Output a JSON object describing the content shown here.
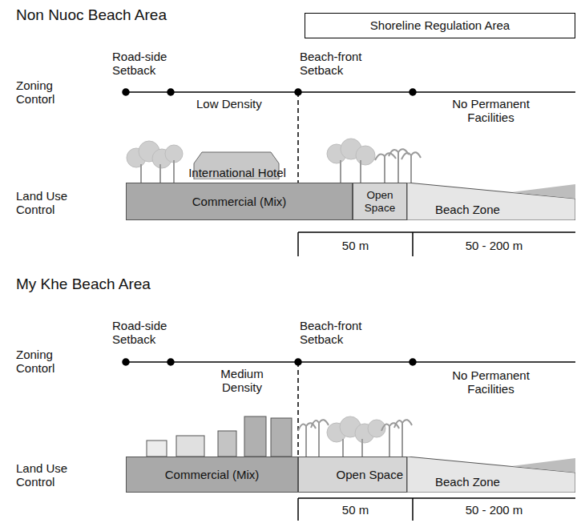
{
  "diagram": {
    "nodes": [
      {
        "text": [
          "Shoreline Regulation Area"
        ]
      },
      {
        "text": [
          "International Hotel"
        ]
      },
      {
        "text": [
          "Commercial (Mix)"
        ]
      },
      {
        "text": [
          "Open Space"
        ]
      },
      {
        "text": [
          "Beach Zone"
        ]
      },
      {
        "text": [
          "Commercial (Mix)"
        ]
      },
      {
        "text": [
          "Open Space"
        ]
      },
      {
        "text": [
          "Beach Zone"
        ]
      }
    ],
    "labels": [
      "Non Nuoc Beach Area",
      "Zoning Contorl",
      "Road-side Setback",
      "Beach-front Setback",
      "Low Density",
      "No Permanent Facilities",
      "Land Use Control",
      "50 m",
      "50 - 200 m",
      "My Khe Beach Area",
      "Zoning Contorl",
      "Road-side Setback",
      "Beach-front Setback",
      "Medium Density",
      "No Permanent Facilities",
      "Land Use Control",
      "50 m",
      "50 - 200 m"
    ]
  }
}
